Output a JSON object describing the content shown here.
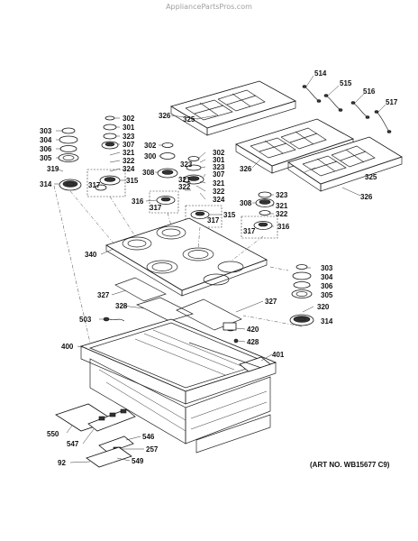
{
  "watermark": "AppliancePartsPros.com",
  "art_number": "(ART NO. WB15677 C9)",
  "labels": {
    "l514": "514",
    "l515": "515",
    "l516": "516",
    "l517": "517",
    "l326a": "326",
    "l325a": "325",
    "l326b": "326",
    "l325b": "325",
    "l326c": "326",
    "l303a": "303",
    "l304a": "304",
    "l306a": "306",
    "l305a": "305",
    "l302a": "302",
    "l301a": "301",
    "l323a": "323",
    "l307a": "307",
    "l321a": "321",
    "l322a": "322",
    "l324a": "324",
    "l319": "319",
    "l314a": "314",
    "l317a": "317",
    "l315a": "315",
    "l302b": "302",
    "l300": "300",
    "l302c": "302",
    "l301b": "301",
    "l323b": "323",
    "l307b": "307",
    "l308a": "308",
    "l321b": "321",
    "l322b": "322",
    "l321c": "321",
    "l322c": "322",
    "l324b": "324",
    "l316a": "316",
    "l317b": "317",
    "l315b": "315",
    "l323c": "323",
    "l308b": "308",
    "l321d": "321",
    "l322d": "322",
    "l317c": "317",
    "l316b": "316",
    "l340": "340",
    "l303b": "303",
    "l304b": "304",
    "l306b": "306",
    "l305b": "305",
    "l320": "320",
    "l314b": "314",
    "l327a": "327",
    "l328": "328",
    "l327b": "327",
    "l503": "503",
    "l420": "420",
    "l428": "428",
    "l400": "400",
    "l401": "401",
    "l550": "550",
    "l547": "547",
    "l546": "546",
    "l257": "257",
    "l549": "549",
    "l92": "92"
  }
}
